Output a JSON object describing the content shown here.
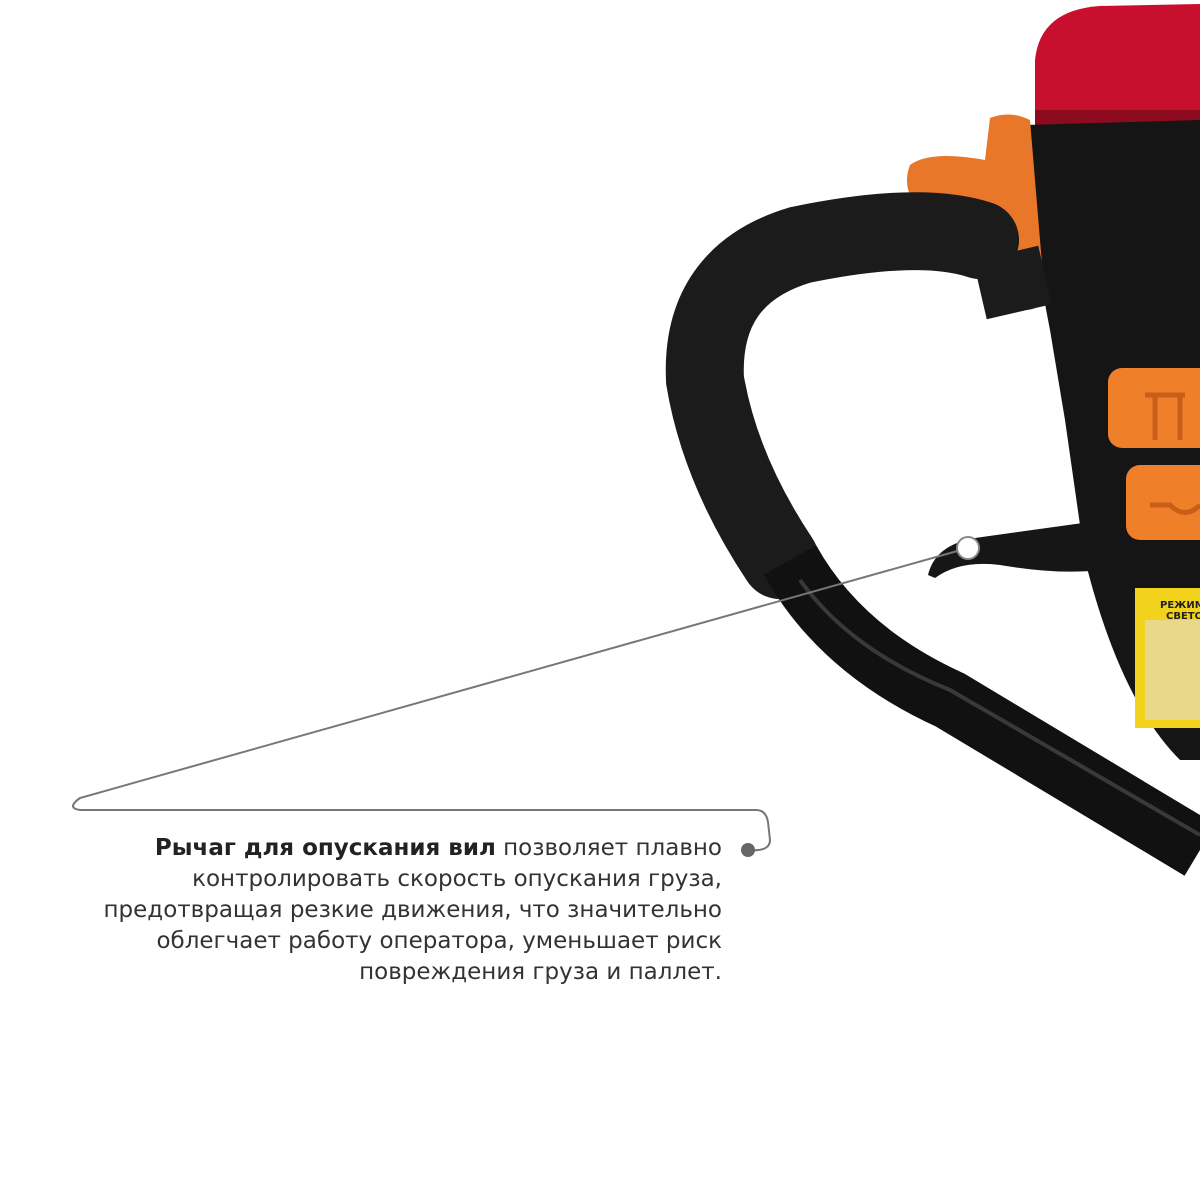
{
  "callout": {
    "title": "Рычаг для опускания вил",
    "body_line1": "позволяет плавно",
    "body_rest": "контролировать скорость опускания груза, предотвращая резкие движения, что значительно облегчает работу оператора, уменьшает риск повреждения груза и паллет."
  },
  "product_label": {
    "line1": "РЕЖИМ",
    "line2": "СВЕТО"
  },
  "colors": {
    "accent_orange": "#f07f2a",
    "seat_red": "#c8102e",
    "body_black": "#151515",
    "leader_line": "#777777"
  }
}
